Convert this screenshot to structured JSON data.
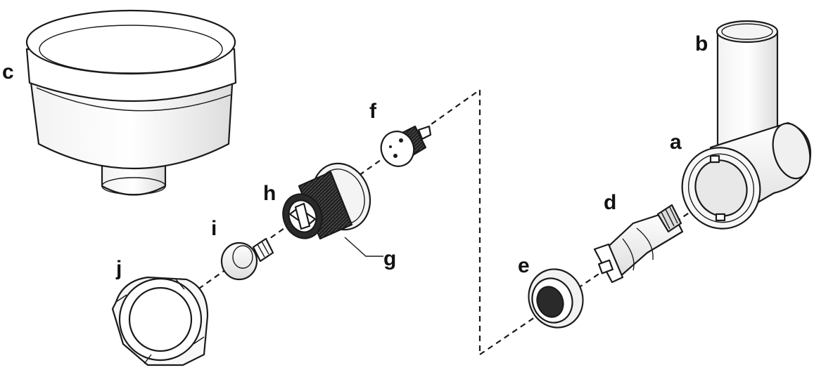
{
  "labels": {
    "a": "a",
    "b": "b",
    "c": "c",
    "d": "d",
    "e": "e",
    "f": "f",
    "g": "g",
    "h": "h",
    "i": "i",
    "j": "j"
  },
  "colors": {
    "line": "#1a1a1a",
    "fill_light": "#fafafa",
    "fill_shade": "#e6e6e6",
    "fill_dark": "#2a2a2a"
  }
}
